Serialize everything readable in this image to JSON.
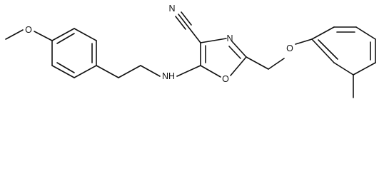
{
  "diagram": {
    "atoms": {
      "methoxy_o": "O",
      "nitrile_n": "N",
      "oxazole_n": "N",
      "ether_o": "O",
      "amine_nh": "NH",
      "ring_o": "O"
    }
  },
  "colors": {
    "ink": "#111111",
    "background": "#ffffff"
  }
}
